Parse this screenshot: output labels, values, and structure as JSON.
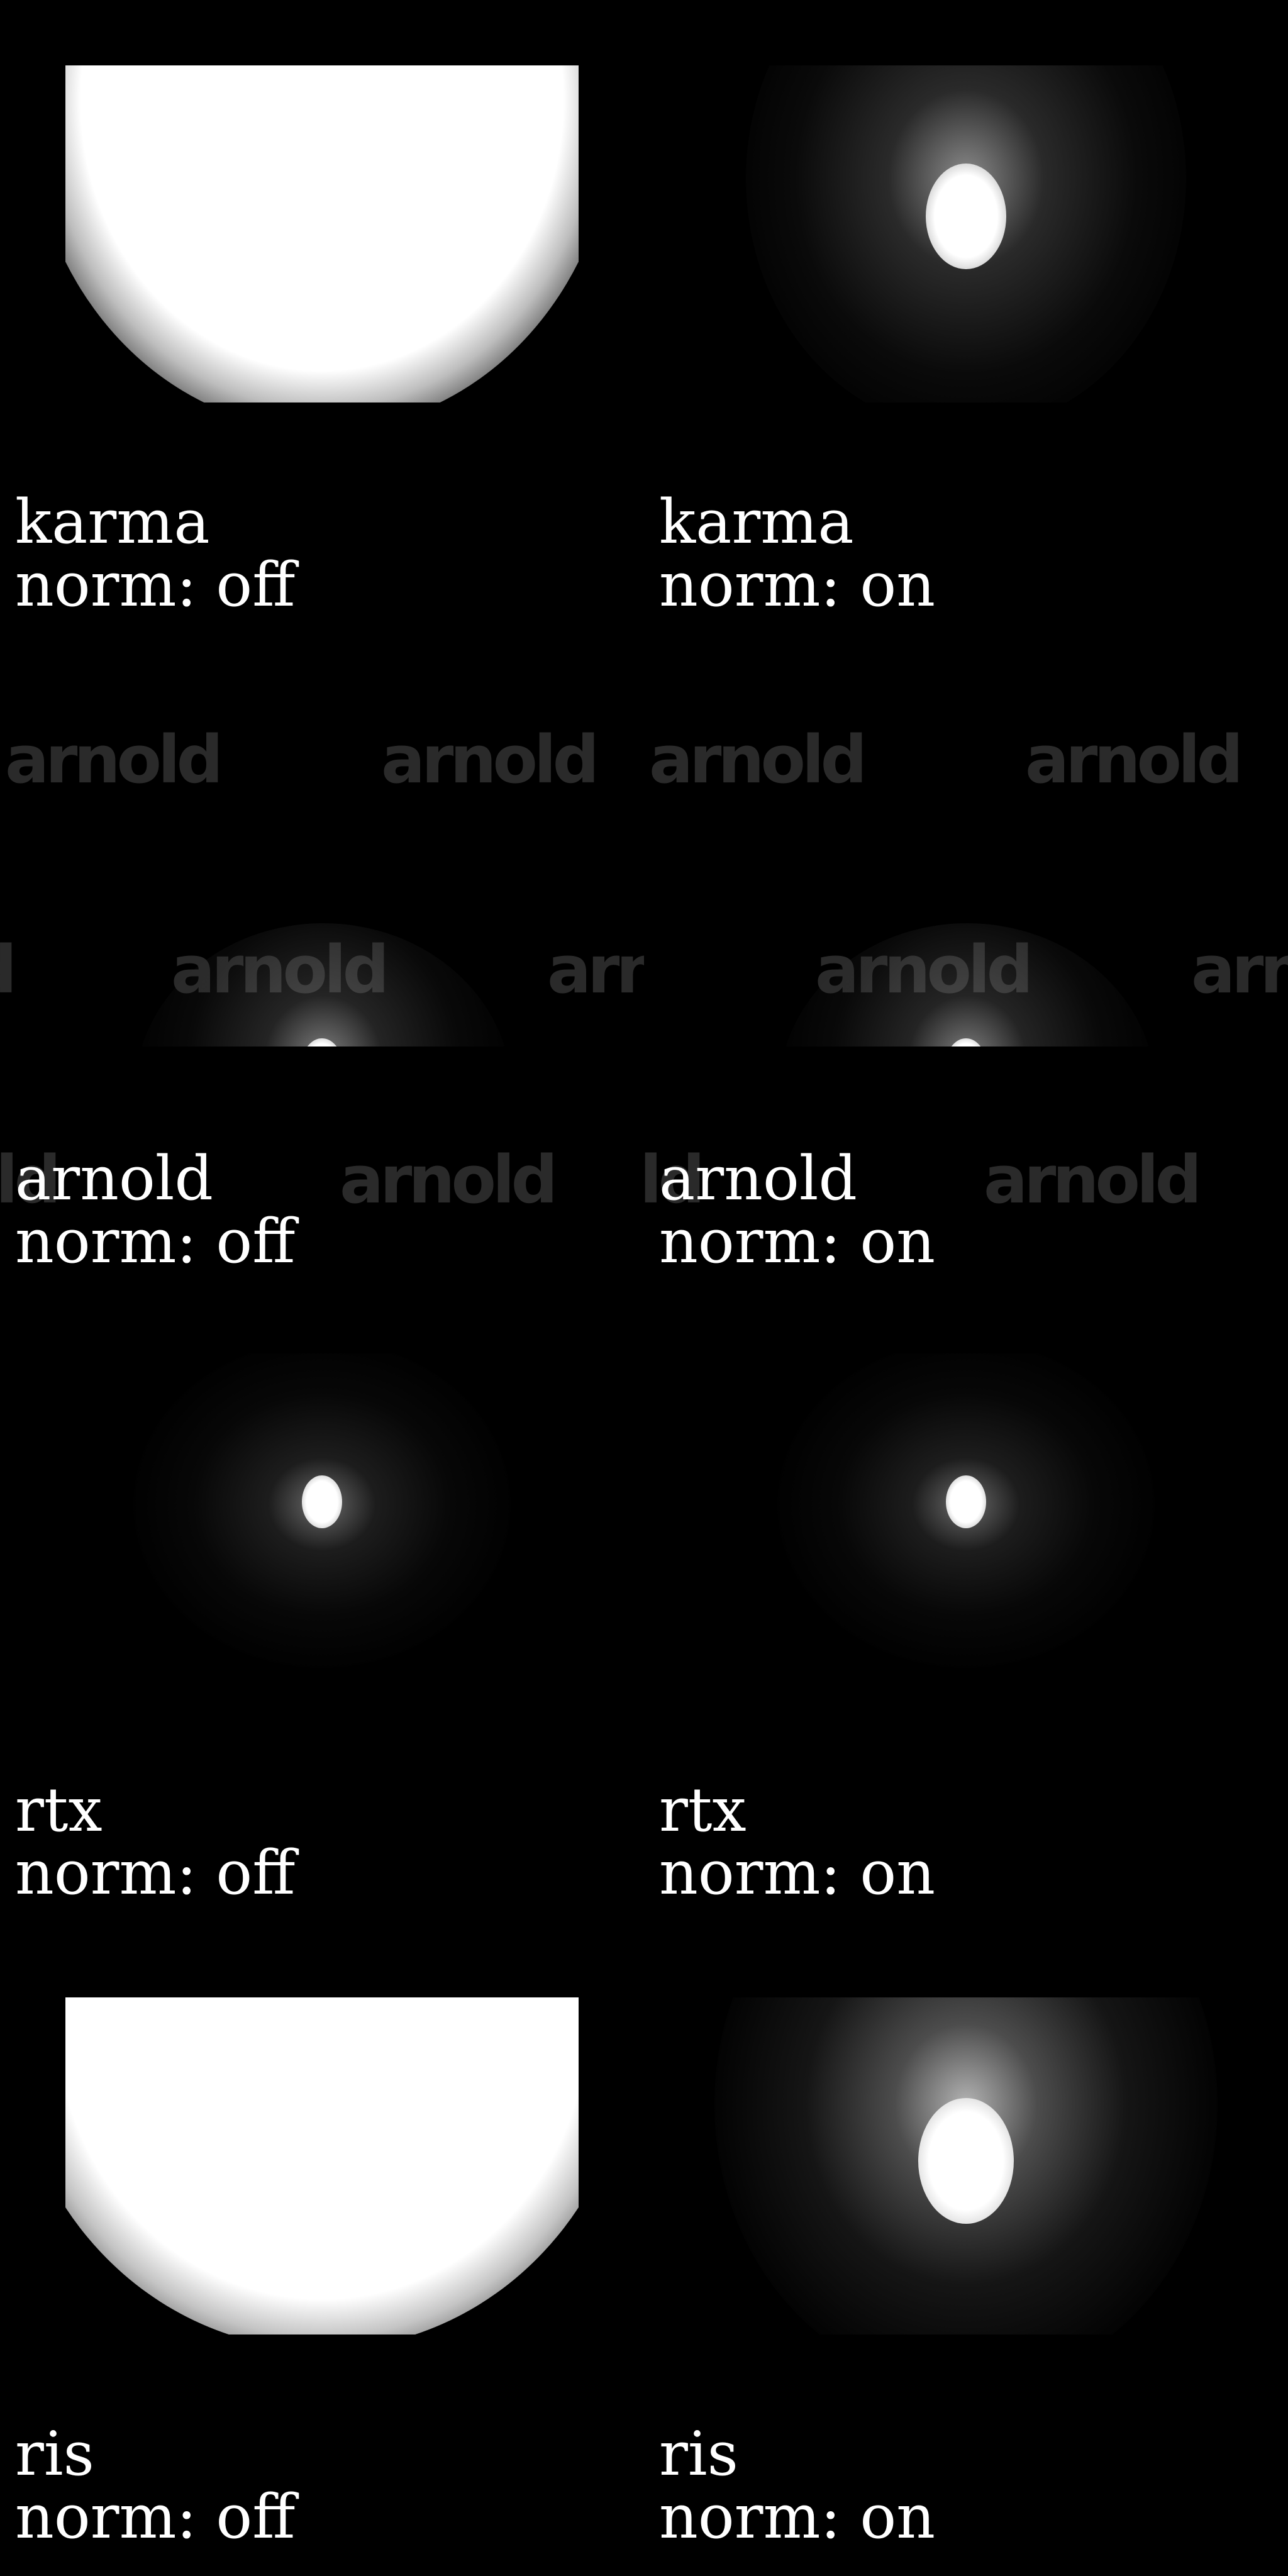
{
  "cells": [
    {
      "renderer": "karma",
      "norm": "norm: off"
    },
    {
      "renderer": "karma",
      "norm": "norm: on"
    },
    {
      "renderer": "arnold",
      "norm": "norm: off"
    },
    {
      "renderer": "arnold",
      "norm": "norm: on"
    },
    {
      "renderer": "rtx",
      "norm": "norm: off"
    },
    {
      "renderer": "rtx",
      "norm": "norm: on"
    },
    {
      "renderer": "ris",
      "norm": "norm: off"
    },
    {
      "renderer": "ris",
      "norm": "norm: on"
    }
  ],
  "watermark": "arnold"
}
